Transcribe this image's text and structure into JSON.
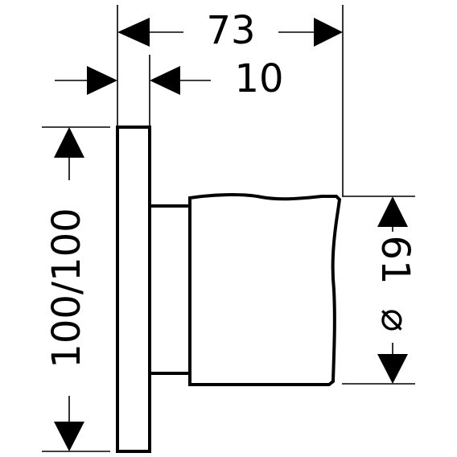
{
  "dimensions": {
    "overall_depth": "73",
    "plate_thickness": "10",
    "plate_size": "100/100",
    "knob_diameter": "61",
    "diameter_symbol": "⌀"
  },
  "colors": {
    "line": "#000000",
    "background": "#ffffff"
  }
}
